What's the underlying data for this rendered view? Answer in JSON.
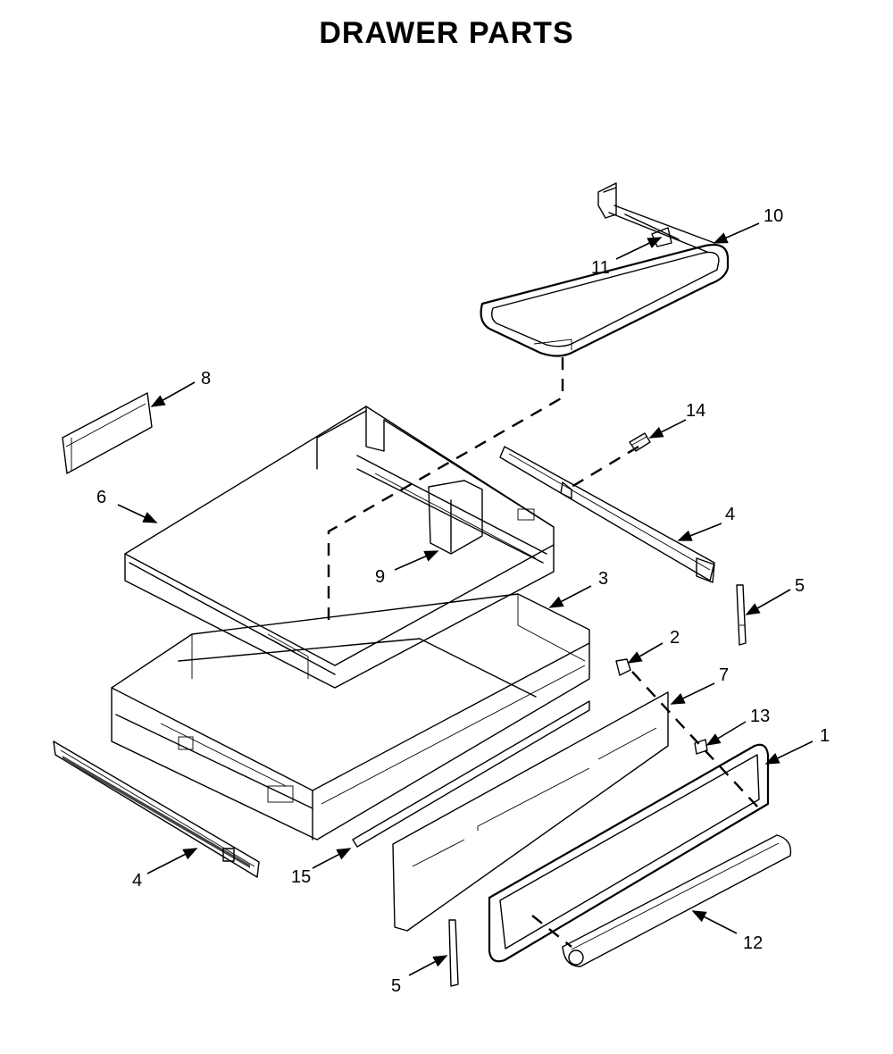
{
  "title": "DRAWER PARTS",
  "callouts": {
    "p1": "1",
    "p2": "2",
    "p3": "3",
    "p4a": "4",
    "p4b": "4",
    "p5a": "5",
    "p5b": "5",
    "p6": "6",
    "p7": "7",
    "p8": "8",
    "p9": "9",
    "p10": "10",
    "p11": "11",
    "p12": "12",
    "p13": "13",
    "p14": "14",
    "p15": "15"
  }
}
